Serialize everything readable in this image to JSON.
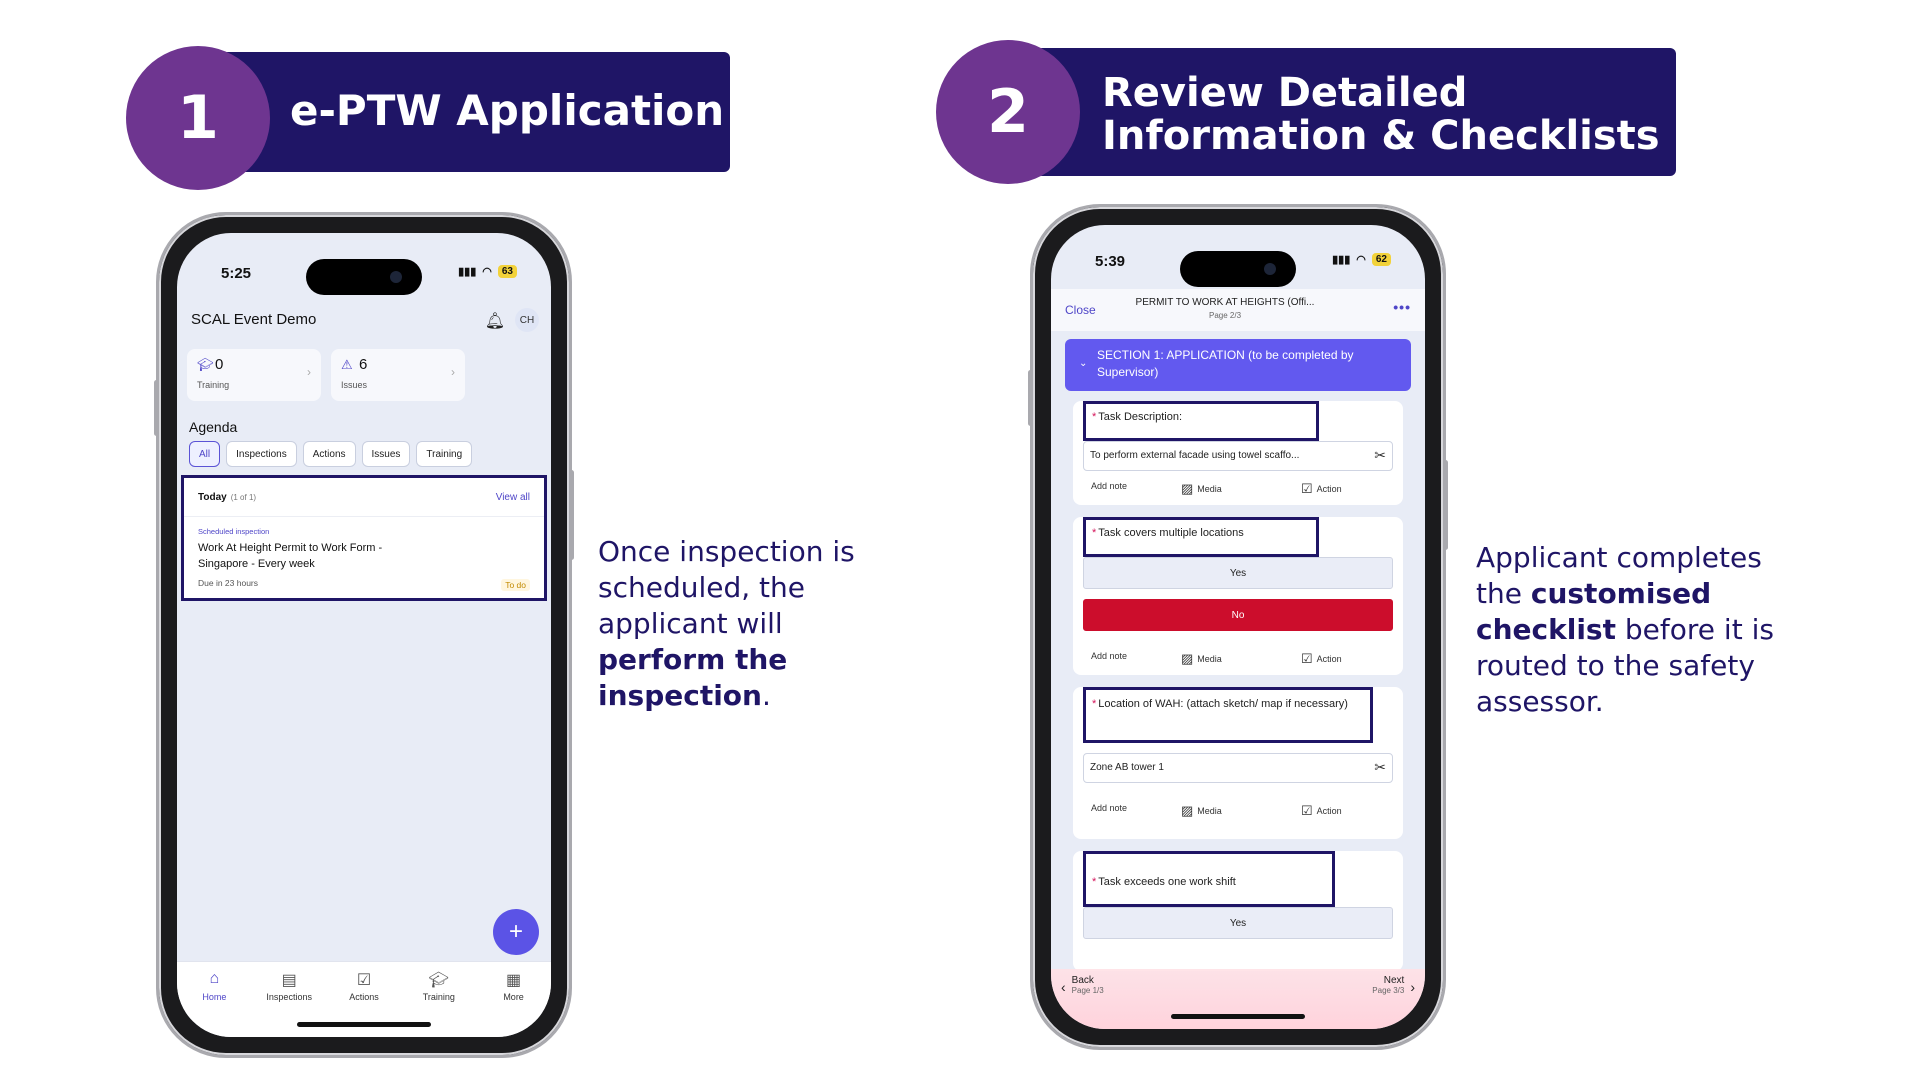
{
  "step1": {
    "number": "1",
    "title": "e-PTW Application"
  },
  "step2": {
    "number": "2",
    "title_line1": "Review Detailed",
    "title_line2": "Information & Checklists"
  },
  "caption1": {
    "l1": "Once inspection is",
    "l2": "scheduled, the",
    "l3": "applicant will",
    "bold1": "perform the",
    "bold2": "inspection",
    "tail": "."
  },
  "caption2": {
    "l1": "Applicant completes",
    "l2_pre": "the ",
    "bold1": "customised",
    "bold2": "checklist",
    "l3_post": " before it is",
    "l4": "routed to the safety",
    "l5": "assessor."
  },
  "phone1": {
    "status": {
      "time": "5:25",
      "battery": "63"
    },
    "header": {
      "title": "SCAL Event Demo",
      "avatar": "CH"
    },
    "stats": [
      {
        "value": "0",
        "label": "Training",
        "icon": "graduation-cap-icon"
      },
      {
        "value": "6",
        "label": "Issues",
        "icon": "issue-icon"
      }
    ],
    "agenda": {
      "title": "Agenda",
      "filters": [
        "All",
        "Inspections",
        "Actions",
        "Issues",
        "Training"
      ],
      "today": {
        "label": "Today",
        "count": "(1 of 1)",
        "view_all": "View all",
        "item": {
          "type": "Scheduled inspection",
          "title": "Work At Height Permit to Work Form  - Singapore - Every week",
          "due": "Due in 23 hours",
          "status": "To do"
        }
      }
    },
    "tabs": [
      "Home",
      "Inspections",
      "Actions",
      "Training",
      "More"
    ]
  },
  "phone2": {
    "status": {
      "time": "5:39",
      "battery": "62"
    },
    "header": {
      "close": "Close",
      "title": "PERMIT TO WORK AT HEIGHTS (Offi...",
      "page": "Page 2/3"
    },
    "section": "SECTION 1: APPLICATION (to be completed by Supervisor)",
    "questions": [
      {
        "label": "Task Description:",
        "answer": "To perform external facade using towel scaffo..."
      },
      {
        "label": "Task covers multiple locations",
        "options": [
          "Yes",
          "No"
        ],
        "selected": "No"
      },
      {
        "label": "Location of WAH: (attach sketch/ map if necessary)",
        "answer": "Zone AB tower 1"
      },
      {
        "label": "Task exceeds one work shift",
        "options": [
          "Yes"
        ]
      }
    ],
    "row_actions": {
      "note": "Add note",
      "media": "Media",
      "action": "Action"
    },
    "footer": {
      "back": "Back",
      "back_page": "Page 1/3",
      "next": "Next",
      "next_page": "Page 3/3"
    }
  },
  "colors": {
    "navy": "#1f1566",
    "purple": "#6e3590",
    "accent": "#5b53e6",
    "red": "#cc0d2c"
  }
}
